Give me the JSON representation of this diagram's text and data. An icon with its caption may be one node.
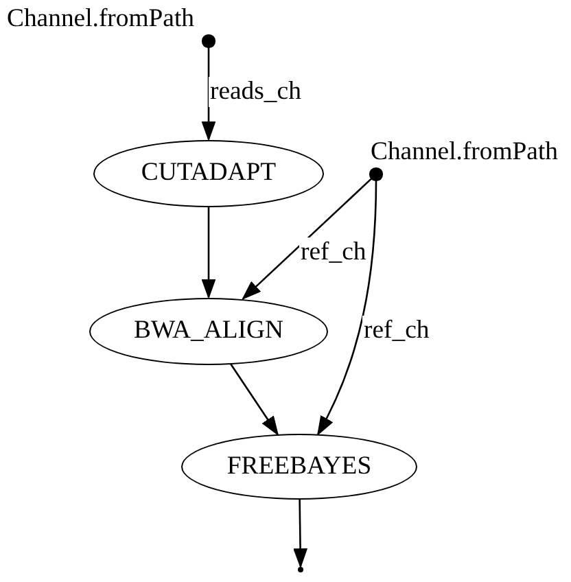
{
  "diagram": {
    "nodes": [
      {
        "text": [],
        "shape": "circle",
        "beside": [
          "Channel.fromPath"
        ]
      },
      {
        "text": [
          "CUTADAPT"
        ]
      },
      {
        "text": [],
        "shape": "circle",
        "beside": [
          "Channel.fromPath"
        ]
      },
      {
        "text": [
          "BWA_ALIGN"
        ]
      },
      {
        "text": [
          "FREEBAYES"
        ]
      },
      {
        "text": [],
        "shape": "circle"
      }
    ],
    "edges": [
      {
        "from": 0,
        "to": 1,
        "arrow": "to",
        "label": "reads_ch"
      },
      {
        "from": 1,
        "to": 3,
        "arrow": "to"
      },
      {
        "from": 2,
        "to": 3,
        "arrow": "to",
        "label": "ref_ch"
      },
      {
        "from": 2,
        "to": 4,
        "arrow": "to",
        "label": "ref_ch"
      },
      {
        "from": 3,
        "to": 4,
        "arrow": "to"
      },
      {
        "from": 4,
        "to": 5,
        "arrow": "to"
      }
    ]
  }
}
